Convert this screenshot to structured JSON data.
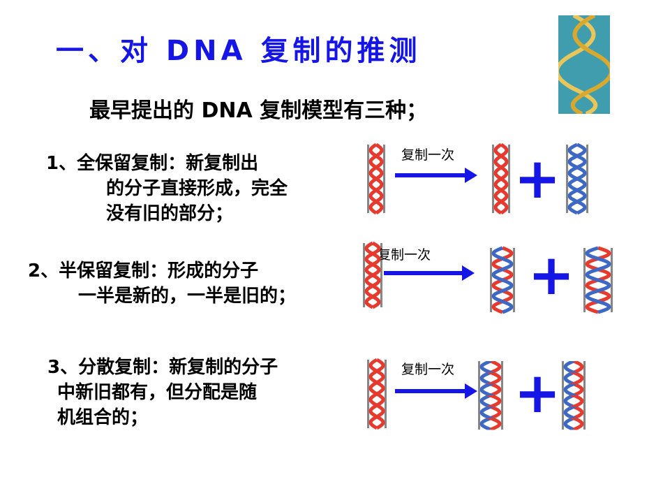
{
  "slide": {
    "title": "一、对 DNA 复制的推测",
    "subtitle": "最早提出的 DNA 复制模型有三种；",
    "accent_color": "#1515e6",
    "old_strand_color": "#e63a2e",
    "new_strand_color": "#3d68c4",
    "thumbnail": {
      "name": "dna-double-helix-image"
    },
    "models": [
      {
        "lines": [
          "1、全保留复制：新复制出",
          "的分子直接形成，完全",
          "没有旧的部分；"
        ],
        "arrow_label": "复制一次",
        "plus_sign": "+"
      },
      {
        "lines": [
          "2、半保留复制：形成的分子",
          "一半是新的，一半是旧的；"
        ],
        "arrow_label": "复制一次",
        "plus_sign": "+"
      },
      {
        "lines": [
          "3、分散复制：新复制的分子",
          "中新旧都有，但分配是随",
          "机组合的；"
        ],
        "arrow_label": "复制一次",
        "plus_sign": "+"
      }
    ]
  }
}
